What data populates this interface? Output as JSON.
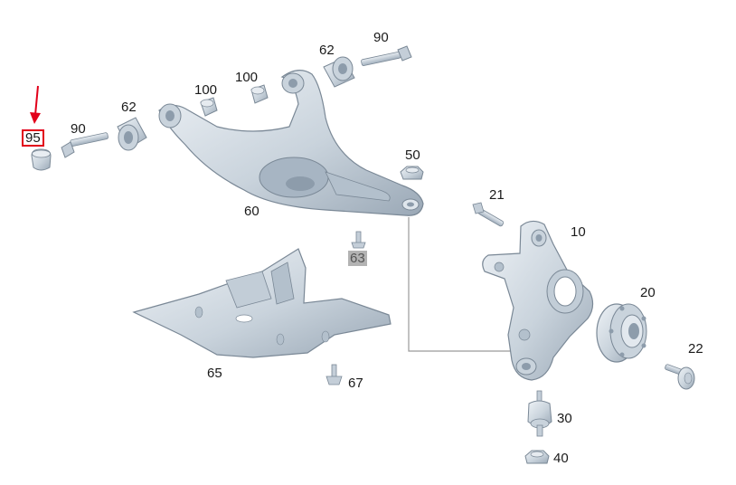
{
  "colors": {
    "part_light": "#dfe6ec",
    "part_mid": "#b9c6d1",
    "part_dark": "#8d9cab",
    "outline": "#7a8896",
    "leader": "#9a9a9a",
    "highlight": "#e2001a",
    "greyed_bg": "#b3b3b3"
  },
  "labels": {
    "p95": "95",
    "p90_left": "90",
    "p62_left": "62",
    "p100_left": "100",
    "p100_right": "100",
    "p62_top": "62",
    "p90_top": "90",
    "p50": "50",
    "p60": "60",
    "p63": "63",
    "p65": "65",
    "p67": "67",
    "p21": "21",
    "p10": "10",
    "p20": "20",
    "p22": "22",
    "p30": "30",
    "p40": "40"
  },
  "selected_part": "95",
  "greyed_part": "63"
}
